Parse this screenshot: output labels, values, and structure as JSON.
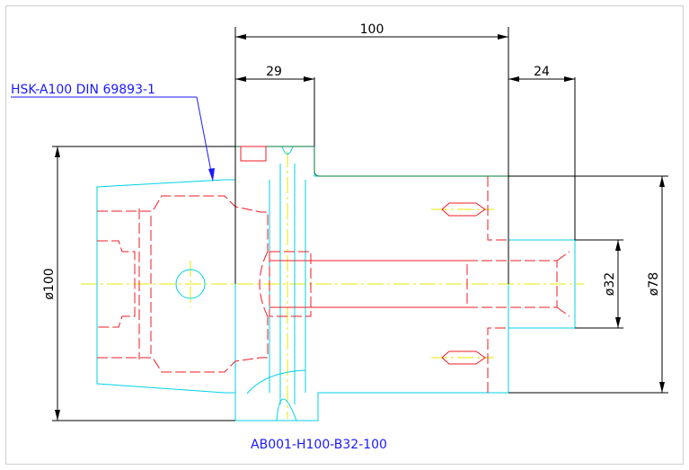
{
  "drawing": {
    "dimensions": {
      "overall_length": "100",
      "flange_width": "29",
      "bore_depth": "24",
      "flange_diameter": "ø100",
      "bore_diameter": "ø32",
      "body_diameter": "ø78"
    },
    "labels": {
      "interface_spec": "HSK-A100 DIN 69893-1",
      "part_number": "AB001-H100-B32-100"
    },
    "colors": {
      "object_line": "#00d2e6",
      "hidden_line": "#ee1c24",
      "center_line": "#e8e800",
      "dimension_line": "#000000",
      "leader_text": "#1a1aff"
    }
  }
}
